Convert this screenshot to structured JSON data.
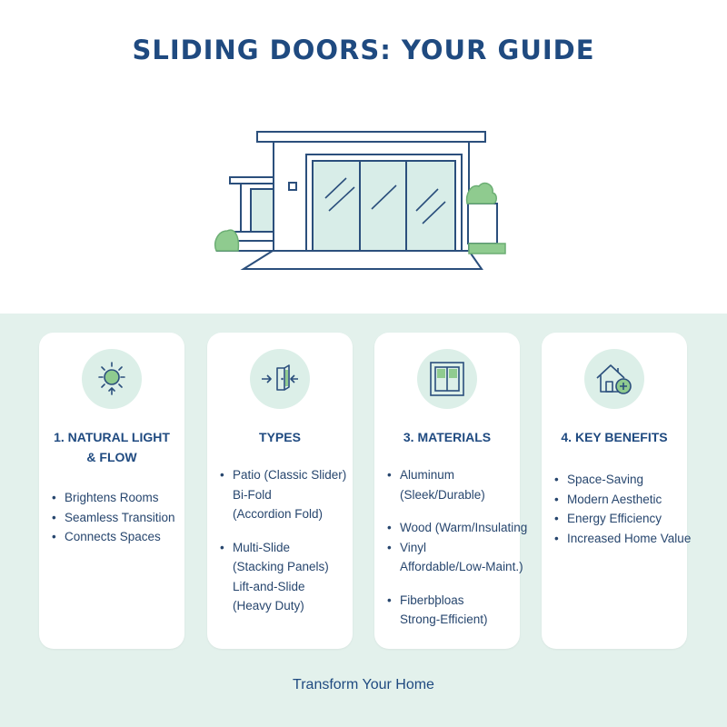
{
  "title": "SLIDING DOORS: YOUR GUIDE",
  "cards": [
    {
      "icon": "sun-icon",
      "title_line1": "1. NATURAL LIGHT",
      "title_line2": "& FLOW",
      "items": [
        "Brightens Rooms",
        "Seamless Transition",
        "Connects Spaces"
      ]
    },
    {
      "icon": "door-icon",
      "title_line1": "TYPES",
      "items": [
        "Patio (Classic Slider)",
        "Bi-Fold",
        "(Accordion Fold)",
        "Multi-Slide",
        "(Stacking Panels)",
        "Lift-and-Slide",
        "(Heavy Duty)"
      ]
    },
    {
      "icon": "window-icon",
      "title_line1": "3. MATERIALS",
      "items": [
        "Aluminum",
        "(Sleek/Durable)",
        "Wood (Warm/Insulating",
        "Vinyl",
        "Affordable/Low-Maint.)",
        "Fiberbþloas",
        "Strong-Efficient)"
      ]
    },
    {
      "icon": "house-plus-icon",
      "title_line1": "4. KEY BENEFITS",
      "items": [
        "Space-Saving",
        "Modern Aesthetic",
        "Energy Efficiency",
        "Increased Home Value"
      ]
    }
  ],
  "footer": "Transform Your Home",
  "colors": {
    "navy": "#1f4a80",
    "mint_panel": "#e3f1ec",
    "icon_circle": "#dcefe8",
    "green": "#8fcb8f",
    "glass": "#d8ede8"
  }
}
